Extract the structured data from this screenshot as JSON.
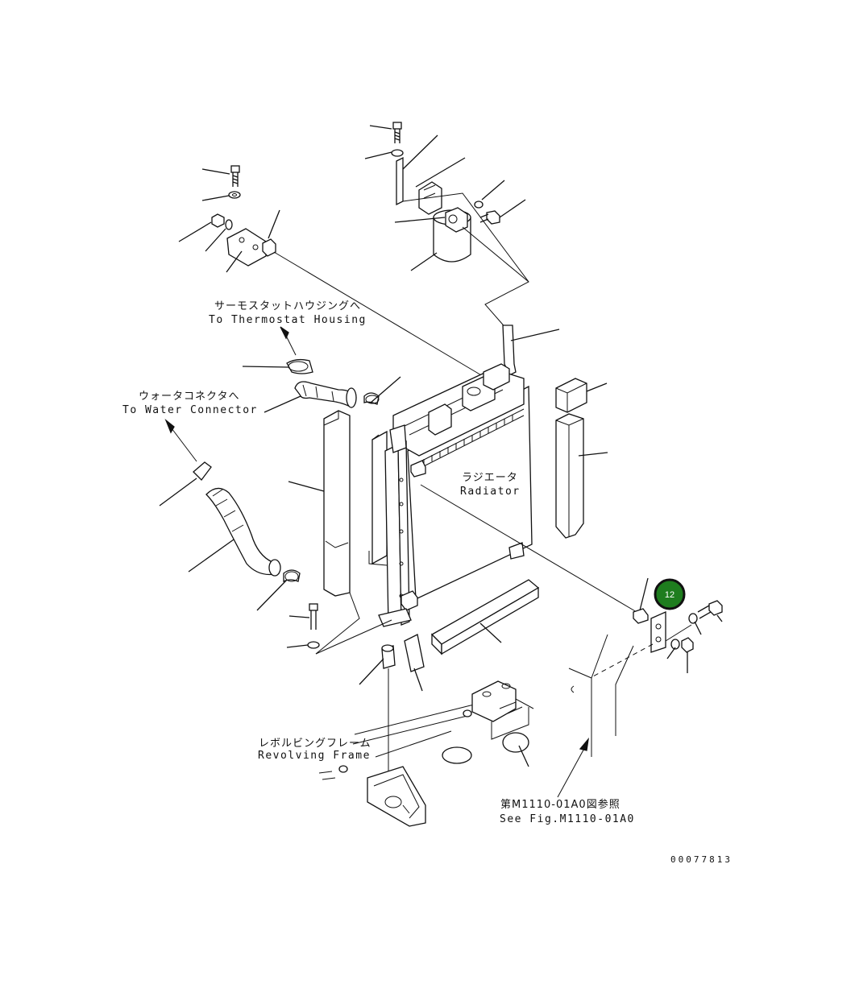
{
  "labels": {
    "thermostat_jp": "サーモスタットハウジングへ",
    "thermostat_en": "To Thermostat Housing",
    "water_jp": "ウォータコネクタへ",
    "water_en": "To Water Connector",
    "radiator_jp": "ラジエータ",
    "radiator_en": "Radiator",
    "frame_jp": "レボルビングフレーム",
    "frame_en": "Revolving Frame",
    "fig_jp": "第M1110-01A0図参照",
    "fig_en": "See Fig.M1110-01A0"
  },
  "drawing_code": "00077813",
  "callout": {
    "number": "12",
    "color": "#1e7d1e",
    "ring": "#111111"
  }
}
